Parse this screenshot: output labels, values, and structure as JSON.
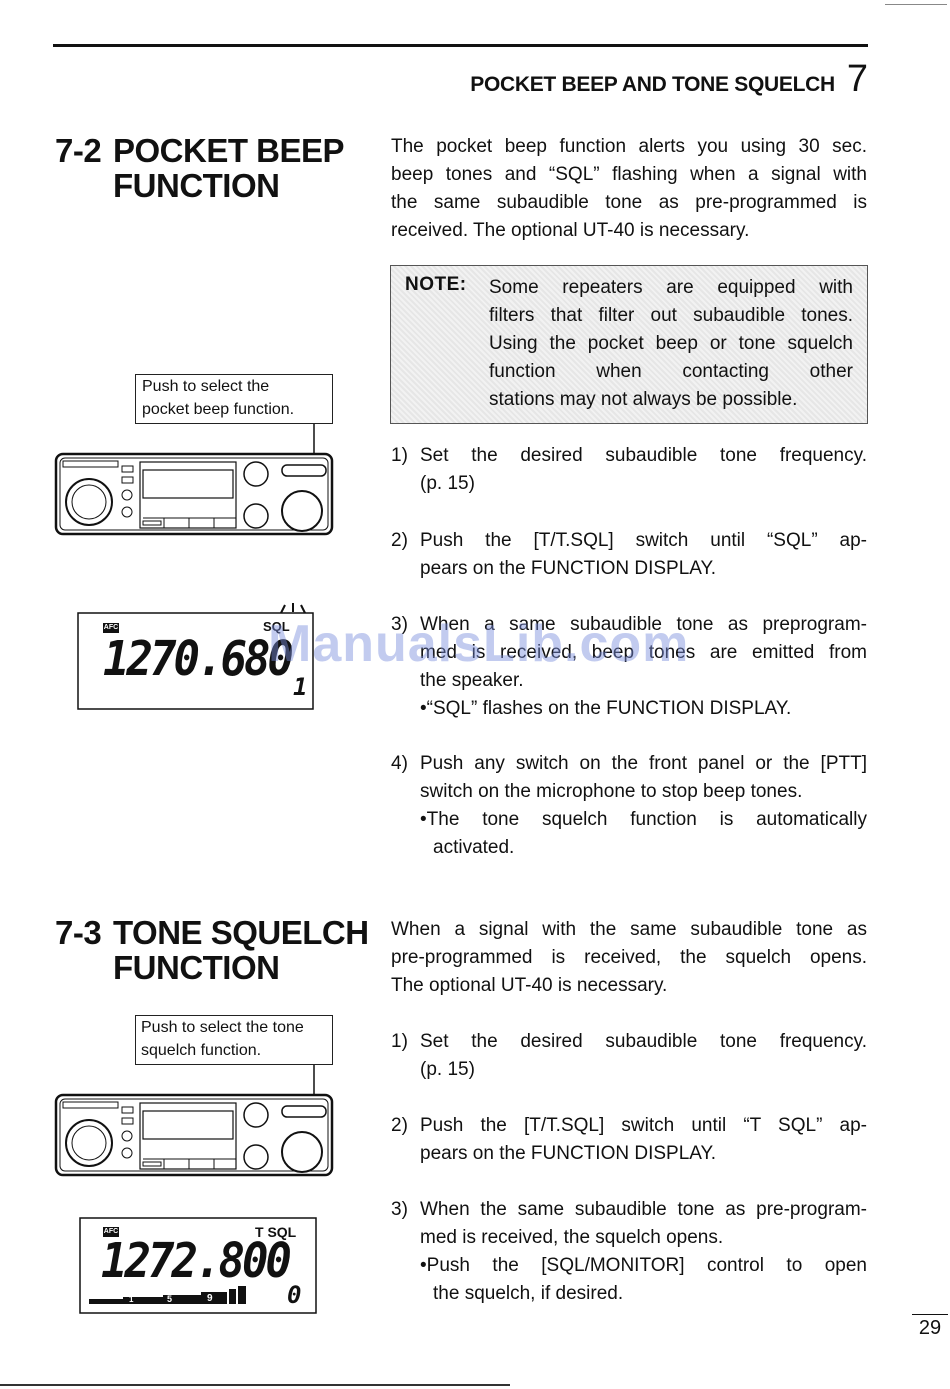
{
  "header": {
    "title": "POCKET BEEP AND TONE SQUELCH",
    "chapter": "7"
  },
  "watermark": "ManualsLib.com",
  "section1": {
    "number": "7-2",
    "title_line1": "POCKET BEEP",
    "title_line2": "FUNCTION",
    "callout_line1": "Push to select the",
    "callout_line2": "pocket beep function.",
    "intro": [
      "The pocket beep function alerts you using 30 sec.",
      "beep tones and “SQL” flashing when a signal with",
      "the same subaudible tone as pre-programmed is",
      "received.  The optional UT-40 is necessary."
    ],
    "note_label": "NOTE:",
    "note_lines": [
      "Some repeaters are equipped with",
      "filters that filter out subaudible tones.",
      "Using the pocket beep or tone squelch",
      "function when contacting other",
      "stations may not always be possible."
    ],
    "display": {
      "badge": "AFC",
      "freq": "1270.680",
      "indicator": "SQL",
      "digit": "1"
    },
    "steps": [
      {
        "num": "1)",
        "lines": [
          "Set the desired subaudible tone frequency.",
          "(p. 15)"
        ],
        "bullets": []
      },
      {
        "num": "2)",
        "lines": [
          "Push the [T/T.SQL] switch until “SQL” ap-",
          "pears on the FUNCTION DISPLAY."
        ],
        "bullets": []
      },
      {
        "num": "3)",
        "lines": [
          "When a same subaudible tone as preprogram-",
          "med is received, beep tones are emitted from",
          "the speaker."
        ],
        "bullets": [
          "•“SQL” flashes on the FUNCTION DISPLAY."
        ]
      },
      {
        "num": "4)",
        "lines": [
          "Push any switch on the front panel or the [PTT]",
          "switch on the microphone to stop beep tones."
        ],
        "bullets": [
          "•The tone squelch function is automatically",
          "activated."
        ]
      }
    ]
  },
  "section2": {
    "number": "7-3",
    "title_line1": "TONE SQUELCH",
    "title_line2": "FUNCTION",
    "callout_line1": "Push to select the tone",
    "callout_line2": "squelch function.",
    "intro": [
      "When a signal with the same subaudible tone as",
      "pre-programmed is received, the squelch opens.",
      "The optional UT-40 is necessary."
    ],
    "display": {
      "badge": "AFC",
      "freq": "1272.800",
      "indicator": "T SQL",
      "digit": "0",
      "smeter": [
        "1",
        "5",
        "9"
      ]
    },
    "steps": [
      {
        "num": "1)",
        "lines": [
          "Set the desired subaudible tone frequency.",
          "(p. 15)"
        ],
        "bullets": []
      },
      {
        "num": "2)",
        "lines": [
          "Push the [T/T.SQL] switch until “T SQL” ap-",
          "pears on the FUNCTION DISPLAY."
        ],
        "bullets": []
      },
      {
        "num": "3)",
        "lines": [
          "When the same subaudible tone as pre-program-",
          "med is received, the squelch opens."
        ],
        "bullets": [
          "•Push the [SQL/MONITOR] control to open",
          "the squelch, if desired."
        ]
      }
    ]
  },
  "page_number": "29"
}
